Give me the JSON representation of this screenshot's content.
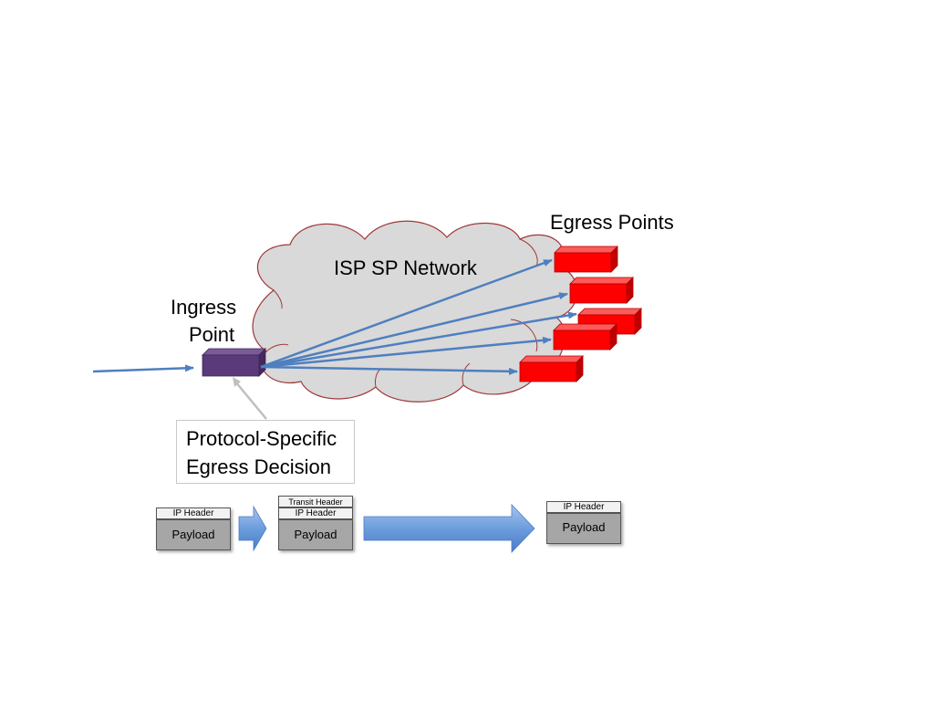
{
  "labels": {
    "network": "ISP SP Network",
    "ingress_line1": "Ingress",
    "ingress_line2": "Point",
    "egress": "Egress Points",
    "decision_line1": "Protocol-Specific",
    "decision_line2": "Egress Decision"
  },
  "packets": {
    "original": {
      "header": "IP Header",
      "payload": "Payload"
    },
    "encapsulated": {
      "outer_header": "Transit Header",
      "header": "IP Header",
      "payload": "Payload"
    },
    "delivered": {
      "header": "IP Header",
      "payload": "Payload"
    }
  },
  "colors": {
    "cloud_fill": "#d9d9d9",
    "cloud_stroke": "#a0383a",
    "arrow": "#4f7fbf",
    "ingress_router": "#5a3a78",
    "egress_router": "#ff0000",
    "payload_fill": "#a6a6a6",
    "header_fill": "#f2f2f2"
  }
}
